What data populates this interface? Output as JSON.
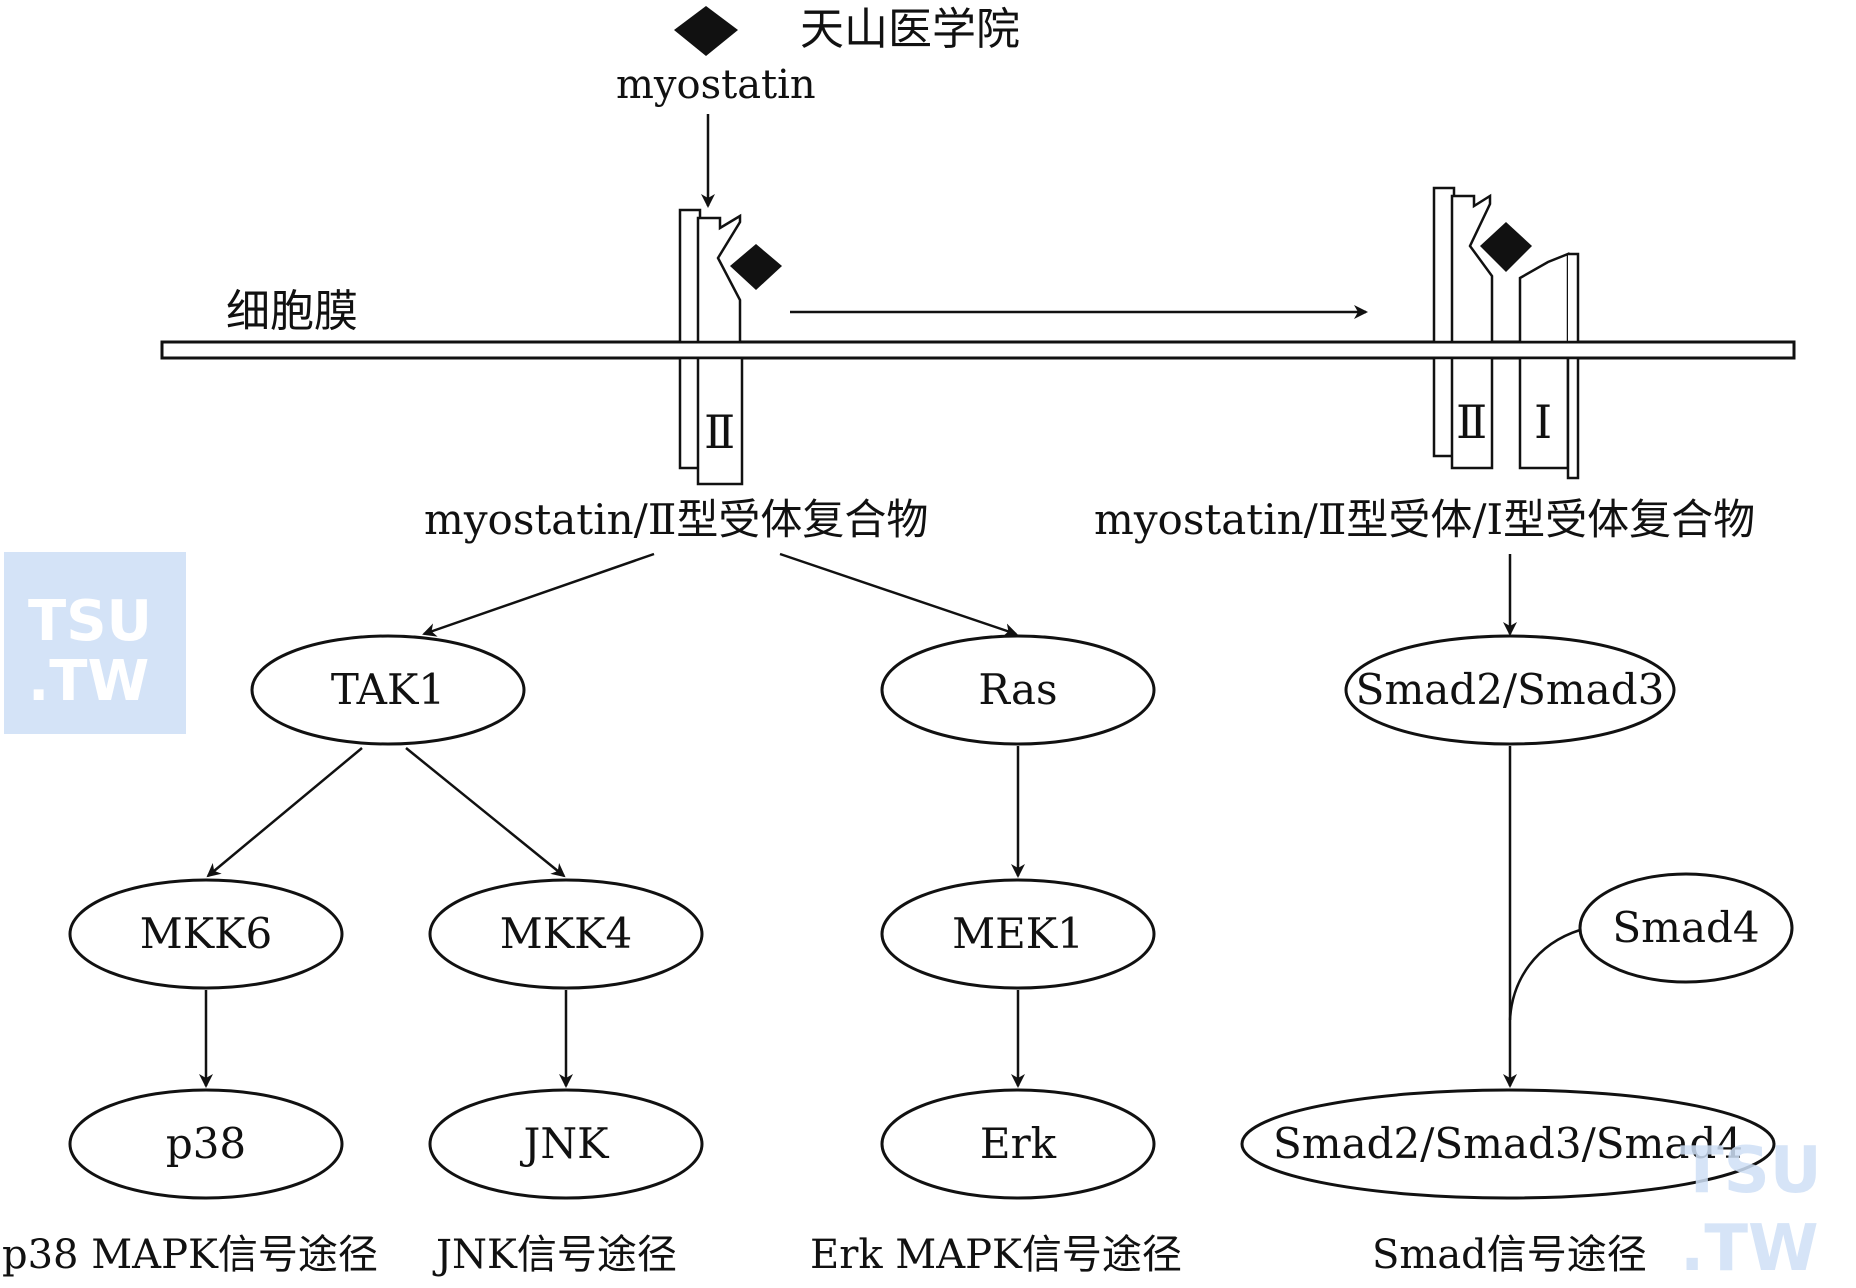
{
  "watermark_top": "天山医学院",
  "watermark_logo": {
    "line1": "TSU",
    "line2": ".TW"
  },
  "ligand_label": "myostatin",
  "membrane_label": "细胞膜",
  "receptor_II_label": "Ⅱ",
  "receptor_I_label": "Ⅰ",
  "complex_left_label": "myostatin/Ⅱ型受体复合物",
  "complex_right_label": "myostatin/Ⅱ型受体/Ⅰ型受体复合物",
  "nodes": {
    "tak1": "TAK1",
    "ras": "Ras",
    "smad23": "Smad2/Smad3",
    "mkk6": "MKK6",
    "mkk4": "MKK4",
    "mek1": "MEK1",
    "smad4": "Smad4",
    "p38": "p38",
    "jnk": "JNK",
    "erk": "Erk",
    "smad234": "Smad2/Smad3/Smad4"
  },
  "pathways": {
    "p38": "p38 MAPK信号途径",
    "jnk": "JNK信号途径",
    "erk": "Erk MAPK信号途径",
    "smad": "Smad信号途径"
  },
  "colors": {
    "line": "#111111",
    "watermark_blue": "#cfe0f6",
    "watermark_grey": "#d9d9d9"
  }
}
